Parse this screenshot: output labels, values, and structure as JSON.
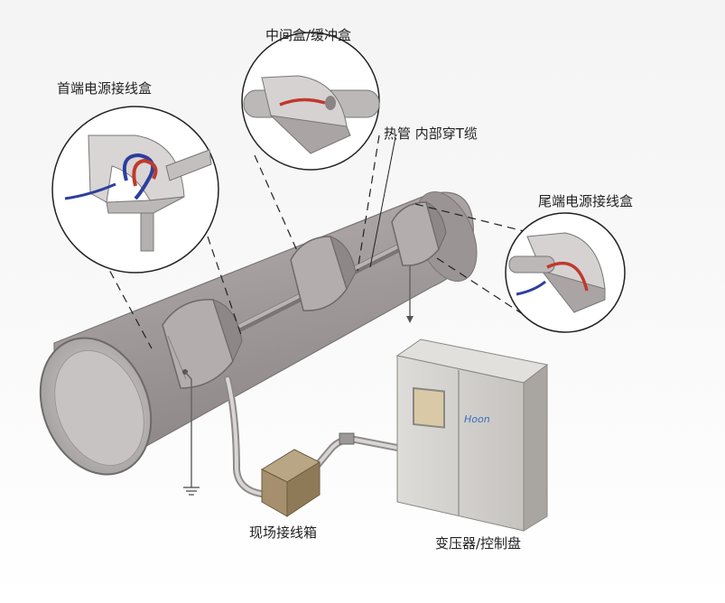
{
  "labels": {
    "middle_box": "中间盒/缓冲盒",
    "head_box": "首端电源接线盒",
    "pipe_cable": "热管 内部穿T缆",
    "tail_box": "尾端电源接线盒",
    "field_box": "现场接线箱",
    "transformer": "变压器/控制盘"
  },
  "cabinet_brand": "Hoon",
  "colors": {
    "pipe_fill": "#a39d9d",
    "pipe_inner": "#c9c4c4",
    "box_fill": "#b9b3b3",
    "cable_red": "#c0392b",
    "cable_blue": "#2c3f9e",
    "cabinet": "#d2d0cd",
    "field_box": "#a58f6d",
    "brand_blue": "#3a6fb8"
  }
}
